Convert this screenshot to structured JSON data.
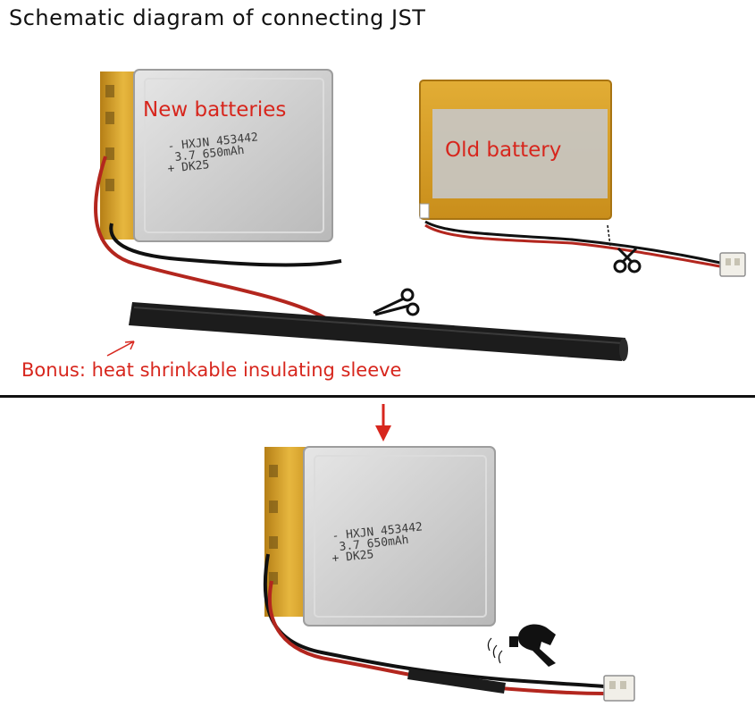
{
  "title": "Schematic diagram of connecting JST",
  "labels": {
    "new_batteries": "New batteries",
    "old_battery": "Old battery",
    "bonus": "Bonus: heat shrinkable insulating sleeve"
  },
  "new_battery_print": {
    "line1": "- HXJN 453442",
    "line2": "3.7 650mAh",
    "line3": "+ DK25"
  },
  "final_battery_print": {
    "line1": "- HXJN 453442",
    "line2": "3.7 650mAh",
    "line3": "+ DK25"
  },
  "colors": {
    "annotation_red": "#d7261d",
    "battery_silver": "#c9c9c9",
    "kapton_gold": "#d8a42a",
    "wire_red": "#b3261e",
    "wire_black": "#111111",
    "sleeve": "#1c1c1c",
    "divider": "#111111"
  },
  "icons": [
    "scissors-icon",
    "scissors-icon",
    "down-arrow-icon",
    "hair-dryer-icon"
  ]
}
